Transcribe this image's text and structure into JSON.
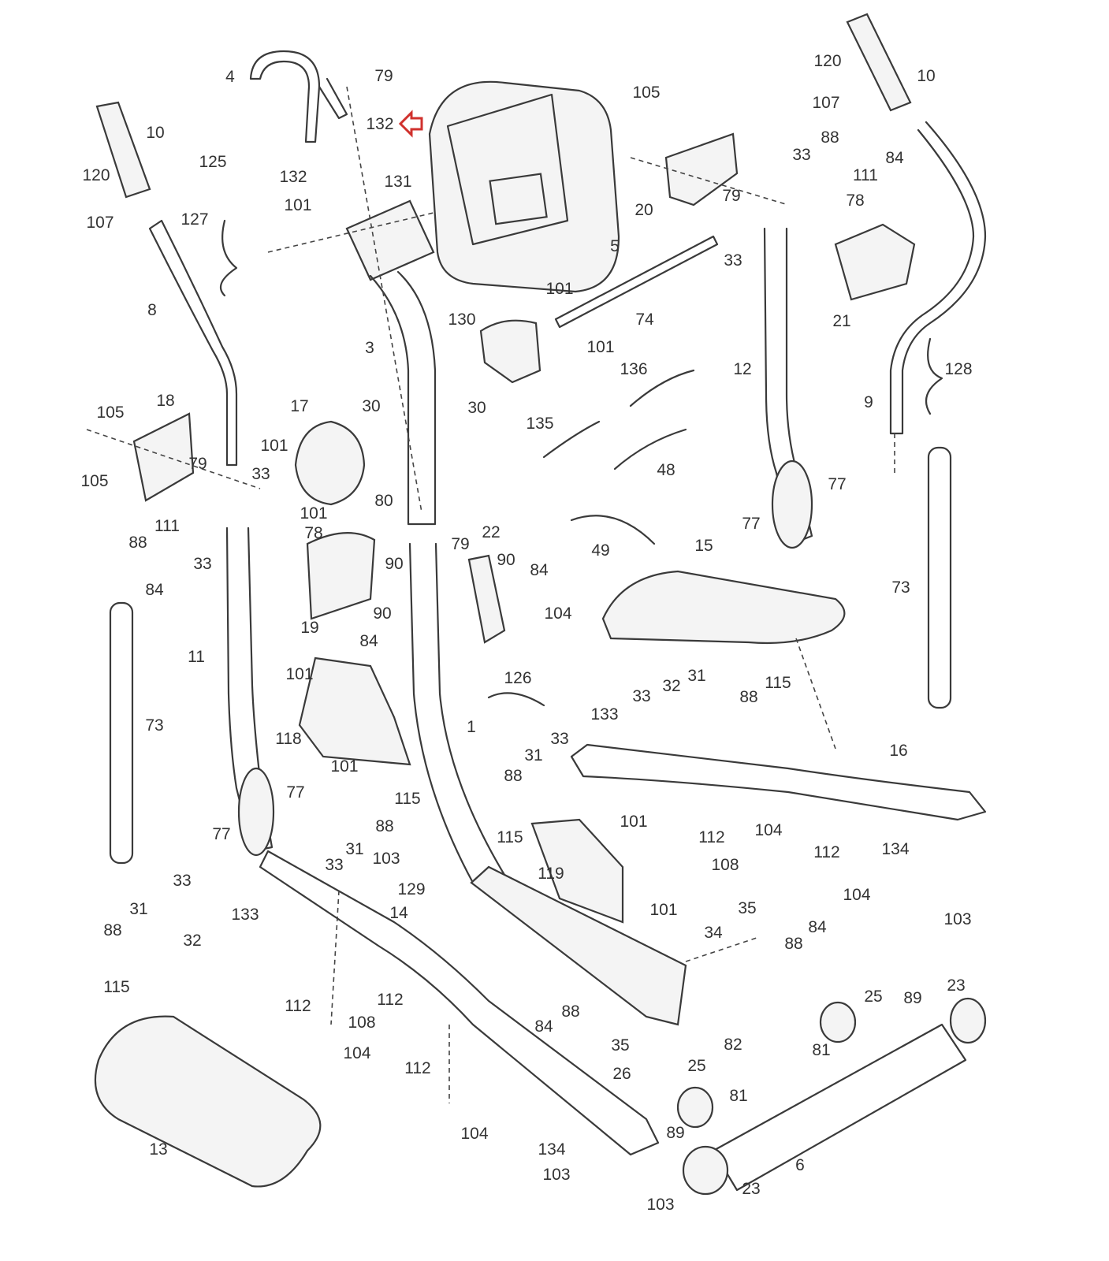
{
  "diagram": {
    "type": "exploded parts diagram",
    "highlight_color": "#d0312d",
    "highlighted_part": "132",
    "callouts": [
      "4",
      "79",
      "132",
      "10",
      "120",
      "107",
      "125",
      "132",
      "131",
      "101",
      "127",
      "5",
      "8",
      "3",
      "130",
      "101",
      "74",
      "101",
      "105",
      "20",
      "79",
      "33",
      "88",
      "84",
      "111",
      "78",
      "33",
      "21",
      "12",
      "120",
      "10",
      "107",
      "128",
      "9",
      "105",
      "18",
      "17",
      "30",
      "30",
      "136",
      "135",
      "48",
      "101",
      "33",
      "79",
      "105",
      "101",
      "80",
      "78",
      "111",
      "88",
      "33",
      "84",
      "19",
      "90",
      "79",
      "22",
      "90",
      "84",
      "104",
      "90",
      "84",
      "49",
      "77",
      "77",
      "15",
      "73",
      "11",
      "73",
      "101",
      "118",
      "101",
      "1",
      "126",
      "31",
      "32",
      "88",
      "115",
      "33",
      "133",
      "33",
      "31",
      "88",
      "16",
      "77",
      "115",
      "88",
      "77",
      "31",
      "33",
      "103",
      "129",
      "115",
      "101",
      "112",
      "104",
      "108",
      "112",
      "104",
      "134",
      "103",
      "119",
      "101",
      "33",
      "133",
      "31",
      "88",
      "32",
      "115",
      "14",
      "35",
      "84",
      "88",
      "34",
      "112",
      "112",
      "108",
      "104",
      "25",
      "89",
      "23",
      "88",
      "84",
      "35",
      "82",
      "81",
      "26",
      "112",
      "25",
      "81",
      "104",
      "13",
      "89",
      "6",
      "134",
      "103",
      "23",
      "103"
    ]
  }
}
